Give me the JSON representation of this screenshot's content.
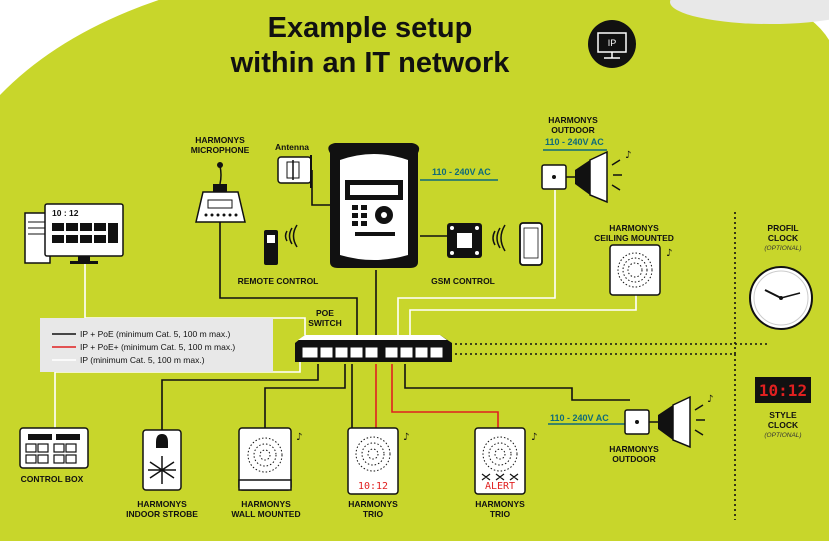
{
  "title": {
    "line1": "Example setup",
    "line2": "within an IT network"
  },
  "badge": {
    "text": "IP"
  },
  "colors": {
    "background": "#c8d62b",
    "black_line": "#111111",
    "red_line": "#e02020",
    "white_line": "#ffffff",
    "voltage_text": "#0e6a7a"
  },
  "labels": {
    "microphone": [
      "HARMONYS",
      "MICROPHONE"
    ],
    "antenna": "Antenna",
    "remote_control": "REMOTE CONTROL",
    "gsm_control": "GSM CONTROL",
    "outdoor_top": [
      "HARMONYS",
      "OUTDOOR"
    ],
    "ceiling": [
      "HARMONYS",
      "CEILING MOUNTED"
    ],
    "profil_clock": [
      "PROFIL",
      "CLOCK"
    ],
    "style_clock": [
      "STYLE",
      "CLOCK"
    ],
    "optional": "(OPTIONAL)",
    "poe_switch": [
      "POE",
      "SWITCH"
    ],
    "control_box": "CONTROL BOX",
    "indoor_strobe": [
      "HARMONYS",
      "INDOOR STROBE"
    ],
    "wall_mounted": [
      "HARMONYS",
      "WALL MOUNTED"
    ],
    "trio_1": [
      "HARMONYS",
      "TRIO"
    ],
    "trio_2": [
      "HARMONYS",
      "TRIO"
    ],
    "outdoor_bottom": [
      "HARMONYS",
      "OUTDOOR"
    ]
  },
  "voltages": {
    "controller": "110 - 240V AC",
    "outdoor_top": "110 - 240V AC",
    "outdoor_bottom": "110 - 240V AC"
  },
  "legend": [
    {
      "text": "IP + PoE (minimum Cat. 5, 100 m max.)",
      "color": "#111111"
    },
    {
      "text": "IP + PoE+ (minimum Cat. 5, 100 m max.)",
      "color": "#e02020"
    },
    {
      "text": "IP (minimum Cat. 5, 100 m max.)",
      "color": "#ffffff"
    }
  ],
  "displays": {
    "pc_clock": "10 : 12",
    "style_clock": "10:12",
    "trio_1": "10:12",
    "trio_2": "ALERT"
  }
}
